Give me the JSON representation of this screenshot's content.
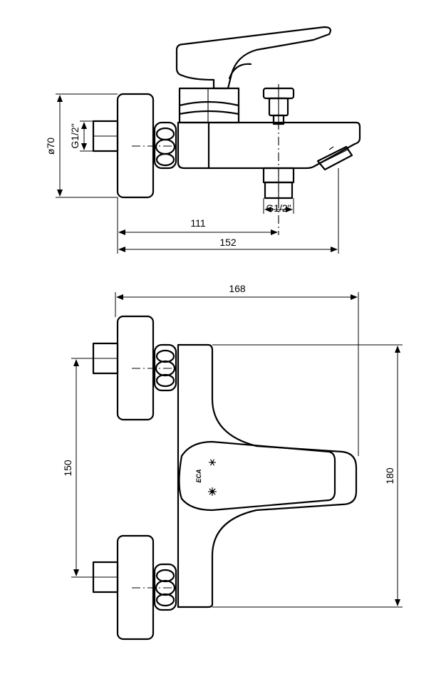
{
  "side_view": {
    "diameter_label": "ø70",
    "thread_left_label": "G1/2\"",
    "thread_bottom_label": "G1/2\"",
    "dim_111": "111",
    "dim_152": "152"
  },
  "front_view": {
    "dim_168": "168",
    "dim_150": "150",
    "dim_180": "180",
    "handle_logo": "ECA"
  }
}
